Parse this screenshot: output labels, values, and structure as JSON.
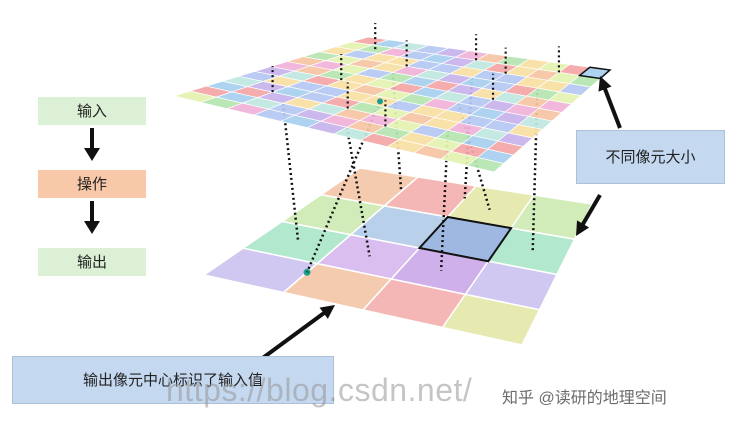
{
  "flow": {
    "input_label": "输入",
    "operation_label": "操作",
    "output_label": "输出",
    "colors": {
      "input": "#dcf0d5",
      "operation": "#f8c9a8",
      "output": "#dcf0d5"
    }
  },
  "callouts": {
    "pixel_size": "不同像元大小",
    "center_marked": "输出像元中心标识了输入值"
  },
  "watermark": {
    "url": "https://blog.csdn.net/",
    "zhihu": "知乎 @读研的地理空间"
  },
  "palette": {
    "input_cells": [
      "#f4a6a6",
      "#b6e6b0",
      "#c7b3ec",
      "#a8d0f0",
      "#f9e0a3",
      "#f0b3d8",
      "#bfe8e0",
      "#e4f3b0",
      "#f6c5a4",
      "#b5c8f2"
    ],
    "output_cells": [
      "#f5c6a8",
      "#f3b0ae",
      "#e4e8a8",
      "#cde9b2",
      "#b2cce8",
      "#cfe8c3",
      "#a9e6c9",
      "#d8b7ef",
      "#caa8e8",
      "#ccc3ef"
    ],
    "highlight": "#1b9e8a"
  }
}
